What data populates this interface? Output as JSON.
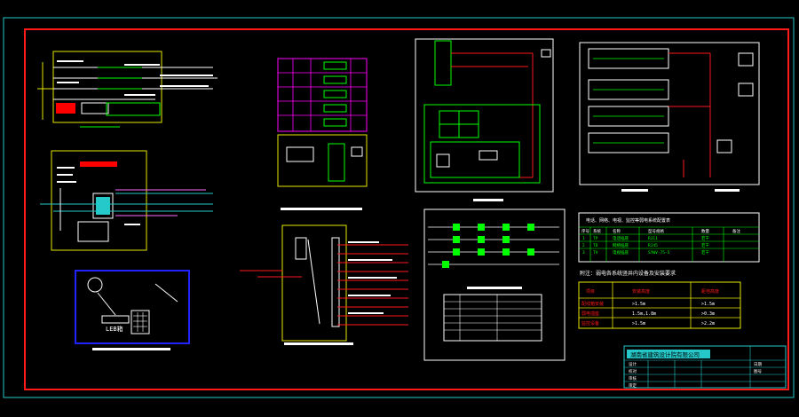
{
  "drawing": {
    "title_block": {
      "company": "湖南省建筑设计院有限公司",
      "cells": [
        "设计",
        "校对",
        "审核",
        "审定",
        "日期",
        "图号"
      ]
    },
    "panel_grounding": {
      "text": "LEB箱"
    },
    "table_top_right": {
      "title": "电话、网络、电视、监控等弱电系统配置表",
      "rows": [
        [
          "序号",
          "系统",
          "名称",
          "型号规格",
          "数量",
          "备注"
        ],
        [
          "1",
          "TP",
          "电话插座",
          "RJ11",
          "若干",
          ""
        ],
        [
          "2",
          "TD",
          "网络插座",
          "RJ45",
          "若干",
          ""
        ],
        [
          "3",
          "TV",
          "电视插座",
          "SYWV-75-5",
          "若干",
          ""
        ]
      ]
    },
    "table_bottom_right": {
      "title": "附注：弱电各系统竖井内设备及安装要求",
      "headers": [
        "项目",
        "安装高度",
        "距地高度"
      ],
      "rows": [
        [
          "配线箱安装",
          ">1.5m",
          ">1.5m"
        ],
        [
          "弱电插座",
          "1.5m,1.8m",
          ">0.3m"
        ],
        [
          "监控设备",
          ">1.5m",
          ">2.2m"
        ]
      ]
    }
  }
}
